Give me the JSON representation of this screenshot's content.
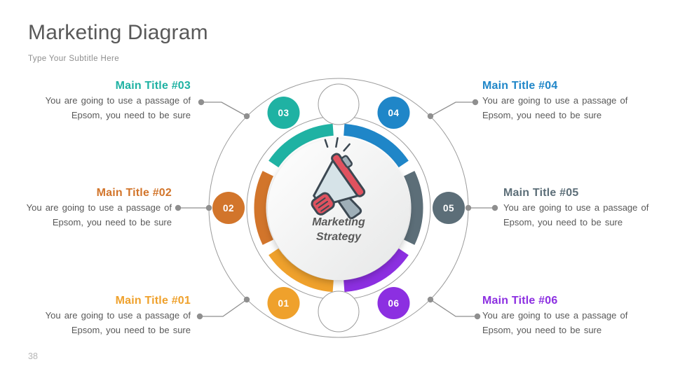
{
  "slide": {
    "title": "Marketing Diagram",
    "subtitle": "Type Your Subtitle Here",
    "page_number": "38"
  },
  "center": {
    "icon": "megaphone-icon",
    "label_line1": "Marketing",
    "label_line2": "Strategy"
  },
  "items": [
    {
      "number": "01",
      "title": "Main Title #01",
      "color": "#EFA12C",
      "body_line1": "You are going to use a passage of",
      "body_line2": "Epsom, you need to be sure"
    },
    {
      "number": "02",
      "title": "Main Title #02",
      "color": "#D2752B",
      "body_line1": "You are going to use a passage of",
      "body_line2": "Epsom, you need to be sure"
    },
    {
      "number": "03",
      "title": "Main Title #03",
      "color": "#1FB2A3",
      "body_line1": "You are going to use a passage of",
      "body_line2": "Epsom, you need to be sure"
    },
    {
      "number": "04",
      "title": "Main Title #04",
      "color": "#1F86C8",
      "body_line1": "You are going to use a passage of",
      "body_line2": "Epsom, you need to be sure"
    },
    {
      "number": "05",
      "title": "Main Title #05",
      "color": "#5C6E78",
      "body_line1": "You are going to use a passage of",
      "body_line2": "Epsom, you need to be sure"
    },
    {
      "number": "06",
      "title": "Main Title #06",
      "color": "#8C2FE1",
      "body_line1": "You are going to use a passage of",
      "body_line2": "Epsom, you need to be sure"
    }
  ],
  "diagram_colors": {
    "ring": "#9B9B9B",
    "connector": "#8F8F8F",
    "center_text": "#595959"
  }
}
